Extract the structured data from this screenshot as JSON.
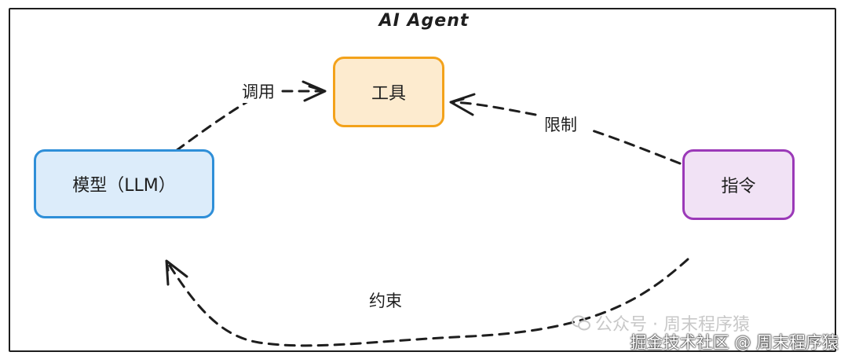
{
  "diagram": {
    "title": "AI Agent",
    "nodes": {
      "model": "模型（LLM）",
      "tool": "工具",
      "instruction": "指令"
    },
    "edges": {
      "call": "调用",
      "limit": "限制",
      "constraint": "约束"
    }
  },
  "overlay": {
    "watermark": "公众号 · 周末程序猿",
    "credit": "掘金技术社区 @ 周末程序猿"
  },
  "colors": {
    "model_border": "#2f8fd8",
    "model_fill": "#dcecfa",
    "tool_border": "#f3a21b",
    "tool_fill": "#fdebcf",
    "instruction_border": "#9b39b8",
    "instruction_fill": "#f1e2f5",
    "stroke": "#1e1e1e"
  }
}
